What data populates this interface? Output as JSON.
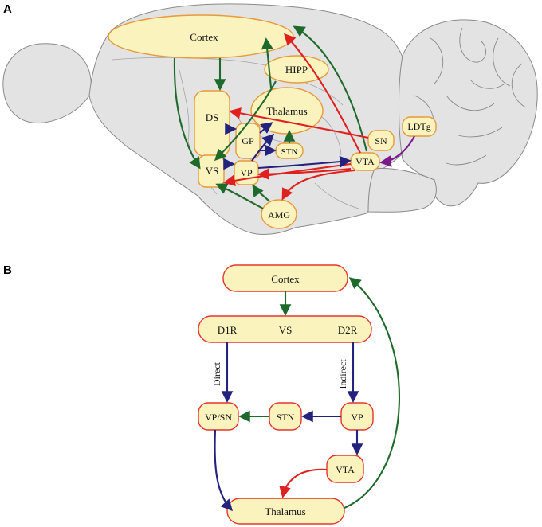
{
  "panels": {
    "a": "A",
    "b": "B"
  },
  "colors": {
    "brain_fill": "#e3e3e3",
    "brain_stroke": "#8a8a8a",
    "node_fill": "#fbf3bd",
    "node_stroke_a": "#e79a3a",
    "node_stroke_b": "#e3362a",
    "green": "#1d6a2a",
    "blue": "#23237e",
    "red": "#e01f1f",
    "purple": "#7b1a8a"
  },
  "panel_a": {
    "nodes": {
      "cortex": "Cortex",
      "hipp": "HIPP",
      "thalamus": "Thalamus",
      "ds": "DS",
      "gp": "GP",
      "stn": "STN",
      "vs": "VS",
      "vp": "VP",
      "sn": "SN",
      "vta": "VTA",
      "ldtg": "LDTg",
      "amg": "AMG"
    }
  },
  "panel_b": {
    "nodes": {
      "cortex": "Cortex",
      "d1r": "D1R",
      "vs": "VS",
      "d2r": "D2R",
      "vpsn": "VP/SN",
      "stn": "STN",
      "vp": "VP",
      "vta": "VTA",
      "thalamus": "Thalamus"
    },
    "edge_labels": {
      "direct": "Direct",
      "indirect": "Indirect"
    }
  }
}
